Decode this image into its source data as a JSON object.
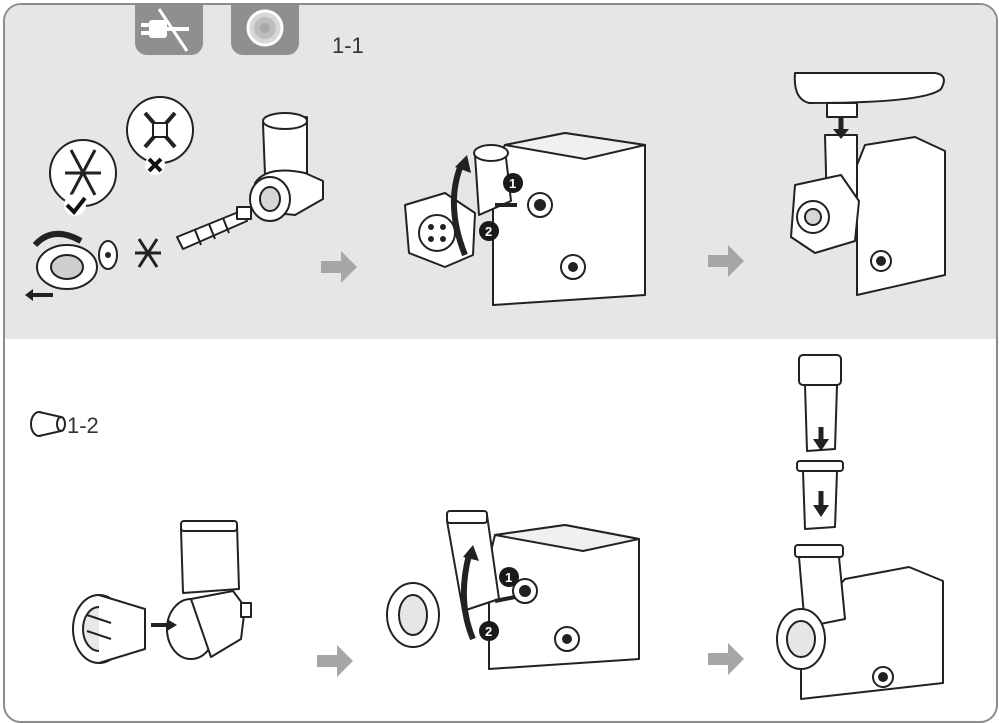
{
  "steps": {
    "step1": {
      "label": "1-1"
    },
    "step2": {
      "label": "1-2"
    }
  },
  "badges": {
    "one": "1",
    "two": "2"
  },
  "icons": {
    "unplug": "unplug-icon",
    "disc": "mincing-disc-icon",
    "arrow": "gray-arrow-icon",
    "check": "check-icon",
    "cross": "cross-icon",
    "cone": "slicer-cone-icon"
  },
  "colors": {
    "panel": "#e6e6e6",
    "tab": "#8f8f8f",
    "arrow": "#a6a6a6",
    "border": "#8c8c8c",
    "line": "#222222"
  }
}
